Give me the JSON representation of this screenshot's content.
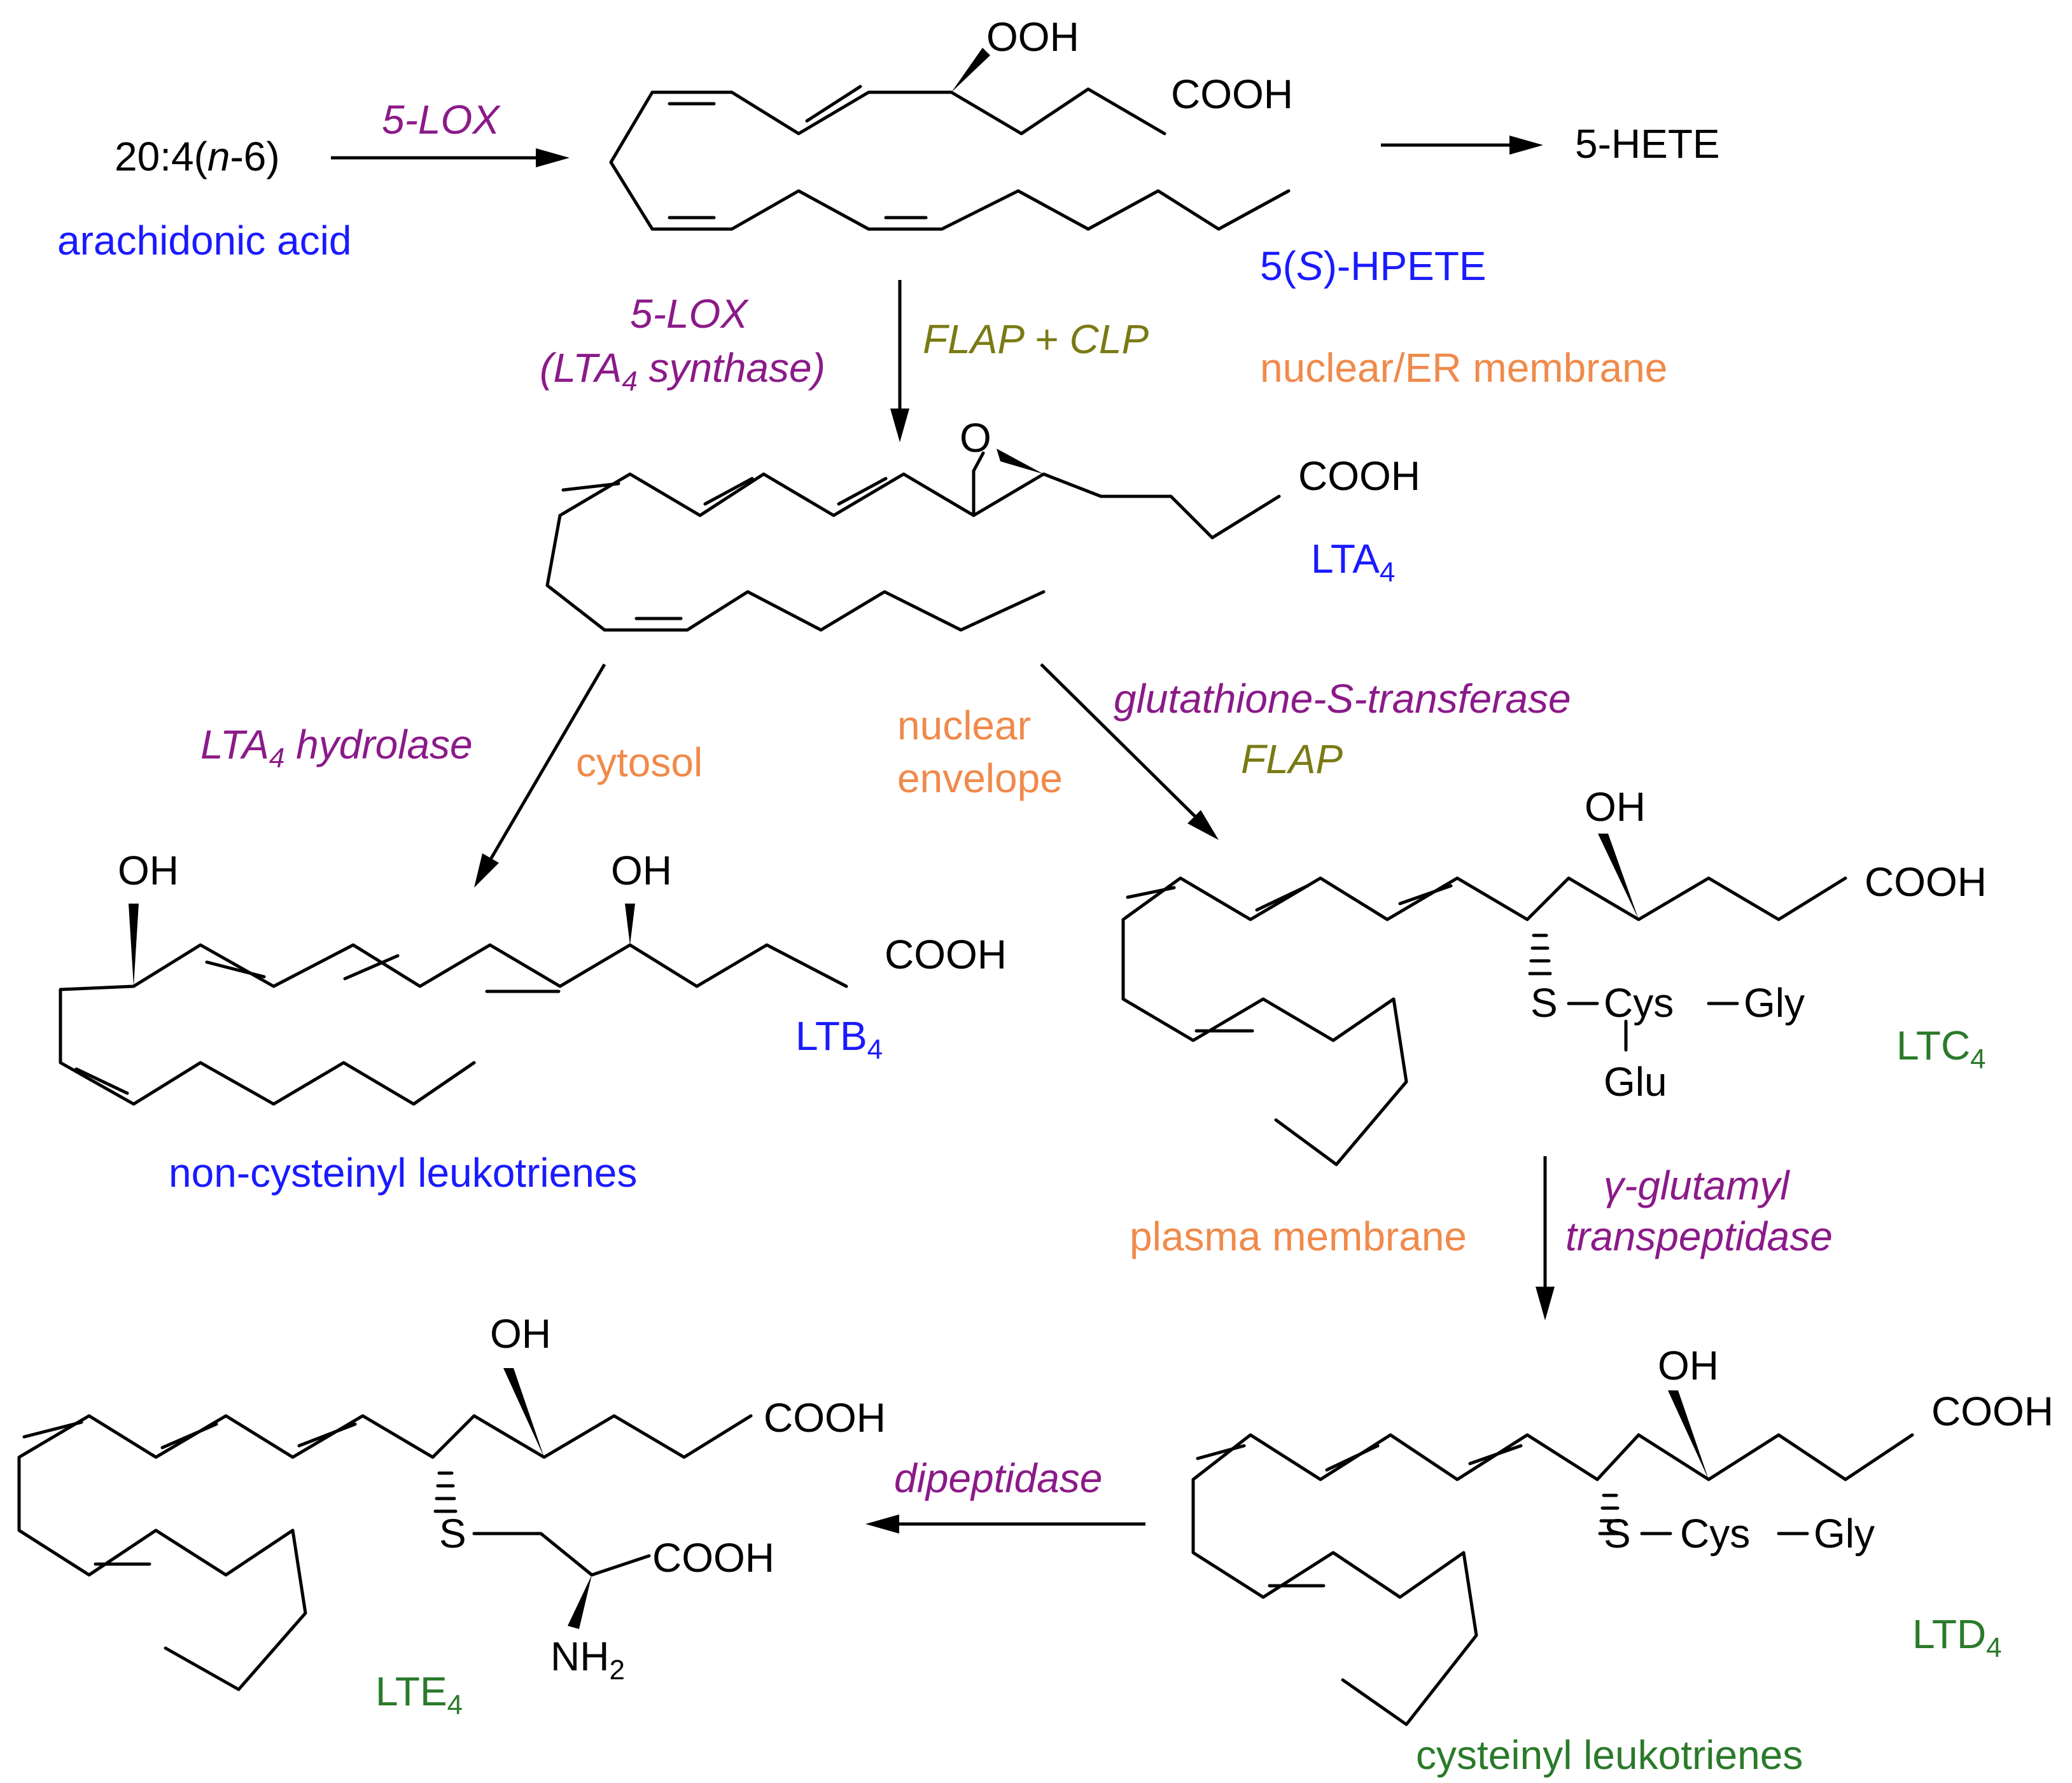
{
  "colors": {
    "compound": "#1a1aff",
    "enzyme": "#8b1a89",
    "cofactor": "#7a7a14",
    "location": "#f08a4b",
    "cysteinyl": "#2a7a2a",
    "ink": "#000000"
  },
  "compounds": {
    "aa_formula": "20:4(n-6)",
    "arachidonic_acid": "arachidonic acid",
    "hpete": "5(S)-HPETE",
    "hete": "5-HETE",
    "lta4": "LTA4",
    "ltb4": "LTB4",
    "ltc4": "LTC4",
    "ltd4": "LTD4",
    "lte4": "LTE4"
  },
  "enzymes": {
    "lox1": "5-LOX",
    "lox2": "5-LOX",
    "lta4_synthase": "(LTA4 synthase)",
    "lta4_hydrolase": "LTA4 hydrolase",
    "gst": "glutathione-S-transferase",
    "ggt_line1": "γ-glutamyl",
    "ggt_line2": "transpeptidase",
    "dipeptidase": "dipeptidase"
  },
  "cofactors": {
    "flap_clp": "FLAP + CLP",
    "flap": "FLAP"
  },
  "locations": {
    "nuclear_er": "nuclear/ER membrane",
    "cytosol": "cytosol",
    "nuclear_line1": "nuclear",
    "nuclear_line2": "envelope",
    "plasma": "plasma membrane"
  },
  "groups": {
    "non_cysteinyl": "non-cysteinyl leukotrienes",
    "cysteinyl": "cysteinyl leukotrienes"
  },
  "atoms": {
    "ooh": "OOH",
    "cooh": "COOH",
    "o": "O",
    "oh": "OH",
    "s": "S",
    "cys": "Cys",
    "gly": "Gly",
    "glu": "Glu",
    "nh2": "NH2"
  }
}
